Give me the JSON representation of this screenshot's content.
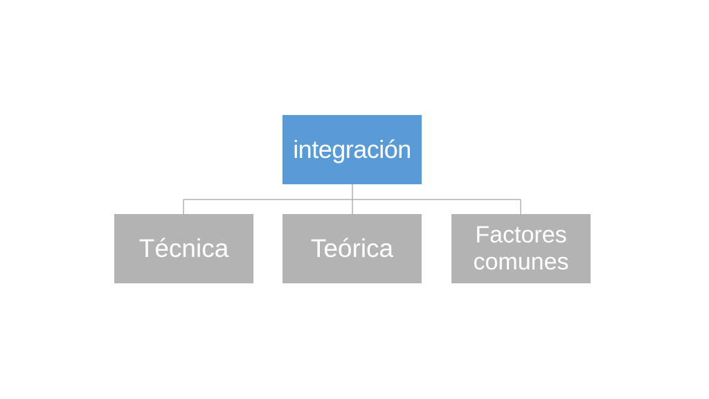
{
  "diagram": {
    "root": {
      "label": "integración",
      "color": "#5b9bd5"
    },
    "children": [
      {
        "label": "Técnica",
        "color": "#b3b3b3"
      },
      {
        "label": "Teórica",
        "color": "#b3b3b3"
      },
      {
        "label": "Factores comunes",
        "color": "#b3b3b3"
      }
    ],
    "connector_color": "#b0b0b0"
  }
}
